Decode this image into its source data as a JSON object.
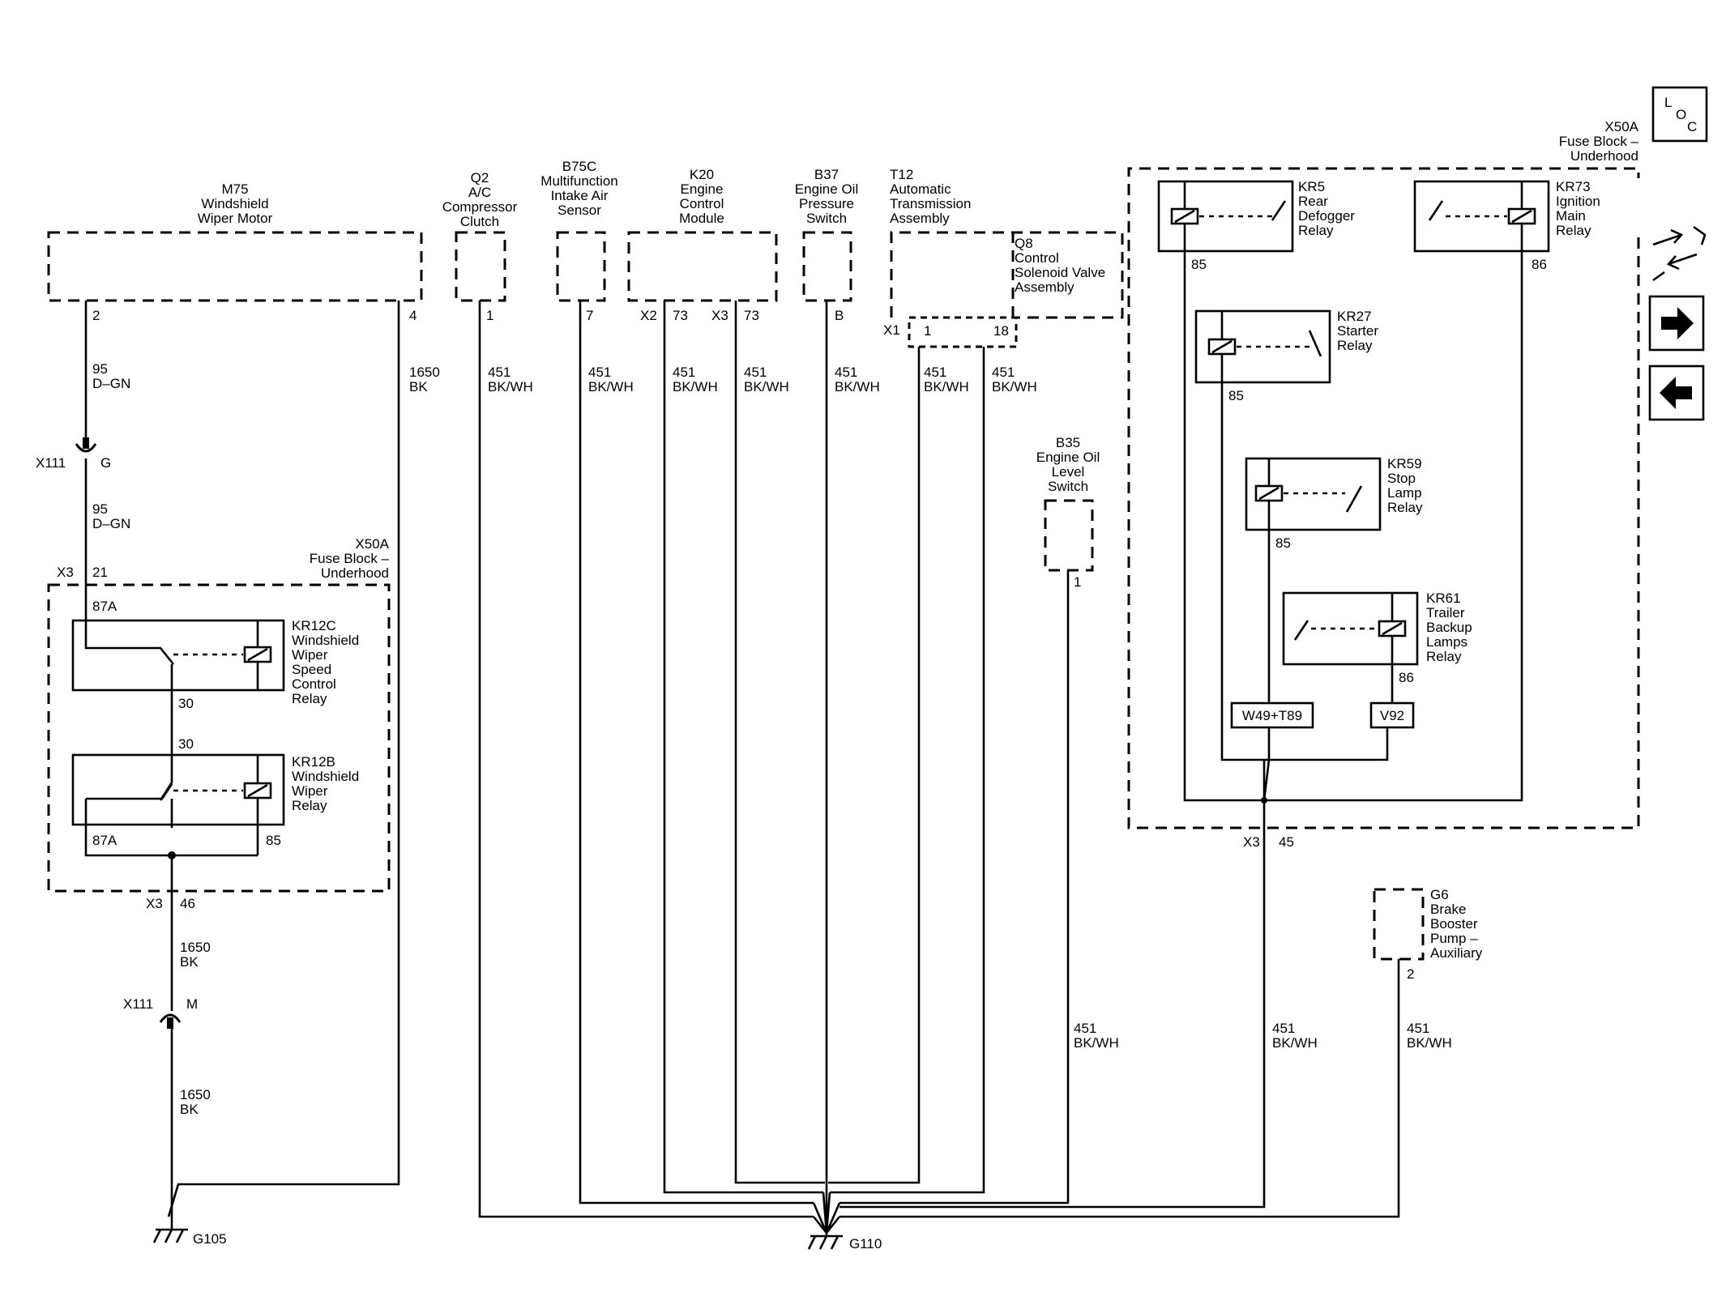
{
  "loc_button": {
    "letters": [
      "L",
      "O",
      "C"
    ]
  },
  "nav": {
    "icons": [
      "swap-wrench-icon",
      "arrow-right-icon",
      "arrow-left-icon"
    ]
  },
  "components": {
    "m75": {
      "id": "M75",
      "name1": "Windshield",
      "name2": "Wiper Motor",
      "pin_a": "2",
      "pin_b": "4"
    },
    "q2": {
      "id": "Q2",
      "name1": "A/C",
      "name2": "Compressor",
      "name3": "Clutch",
      "pin": "1"
    },
    "b75c": {
      "id": "B75C",
      "name1": "Multifunction",
      "name2": "Intake Air",
      "name3": "Sensor",
      "pin": "7"
    },
    "k20": {
      "id": "K20",
      "name1": "Engine",
      "name2": "Control",
      "name3": "Module",
      "conn_a": "X2",
      "pin_a": "73",
      "conn_b": "X3",
      "pin_b": "73"
    },
    "b37": {
      "id": "B37",
      "name1": "Engine Oil",
      "name2": "Pressure",
      "name3": "Switch",
      "pin": "B"
    },
    "t12": {
      "id": "T12",
      "name1": "Automatic",
      "name2": "Transmission",
      "name3": "Assembly",
      "conn": "X1",
      "pin_a": "1",
      "pin_b": "18"
    },
    "q8": {
      "id": "Q8",
      "name1": "Control",
      "name2": "Solenoid Valve",
      "name3": "Assembly"
    },
    "b35": {
      "id": "B35",
      "name1": "Engine Oil",
      "name2": "Level",
      "name3": "Switch",
      "pin": "1"
    },
    "g6": {
      "id": "G6",
      "name1": "Brake",
      "name2": "Booster",
      "name3": "Pump –",
      "name4": "Auxiliary",
      "pin": "2"
    },
    "x50a_left": {
      "id": "X50A",
      "name1": "Fuse Block –",
      "name2": "Underhood",
      "conn_top": "X3",
      "pin_top": "21",
      "conn_bot": "X3",
      "pin_bot": "46"
    },
    "x50a_right": {
      "id": "X50A",
      "name1": "Fuse Block –",
      "name2": "Underhood",
      "conn": "X3",
      "pin": "45"
    }
  },
  "relays": {
    "kr12c": {
      "id": "KR12C",
      "l1": "Windshield",
      "l2": "Wiper",
      "l3": "Speed",
      "l4": "Control",
      "l5": "Relay",
      "pin_87a": "87A",
      "pin_30": "30"
    },
    "kr12b": {
      "id": "KR12B",
      "l1": "Windshield",
      "l2": "Wiper",
      "l3": "Relay",
      "pin_30": "30",
      "pin_87a": "87A",
      "pin_85": "85"
    },
    "kr5": {
      "id": "KR5",
      "l1": "Rear",
      "l2": "Defogger",
      "l3": "Relay",
      "pin": "85"
    },
    "kr73": {
      "id": "KR73",
      "l1": "Ignition",
      "l2": "Main",
      "l3": "Relay",
      "pin": "86"
    },
    "kr27": {
      "id": "KR27",
      "l1": "Starter",
      "l2": "Relay",
      "pin": "85"
    },
    "kr59": {
      "id": "KR59",
      "l1": "Stop",
      "l2": "Lamp",
      "l3": "Relay",
      "pin": "85"
    },
    "kr61": {
      "id": "KR61",
      "l1": "Trailer",
      "l2": "Backup",
      "l3": "Lamps",
      "l4": "Relay",
      "pin": "86"
    },
    "option_a": "W49+T89",
    "option_b": "V92"
  },
  "connectors": {
    "x111_top": {
      "id": "X111",
      "pin": "G"
    },
    "x111_bot": {
      "id": "X111",
      "pin": "M"
    }
  },
  "wires": {
    "d_gn": {
      "circuit": "95",
      "color": "D–GN"
    },
    "bk": {
      "circuit": "1650",
      "color": "BK"
    },
    "bk_wh": {
      "circuit": "451",
      "color": "BK/WH"
    }
  },
  "grounds": {
    "g105": "G105",
    "g110": "G110"
  }
}
